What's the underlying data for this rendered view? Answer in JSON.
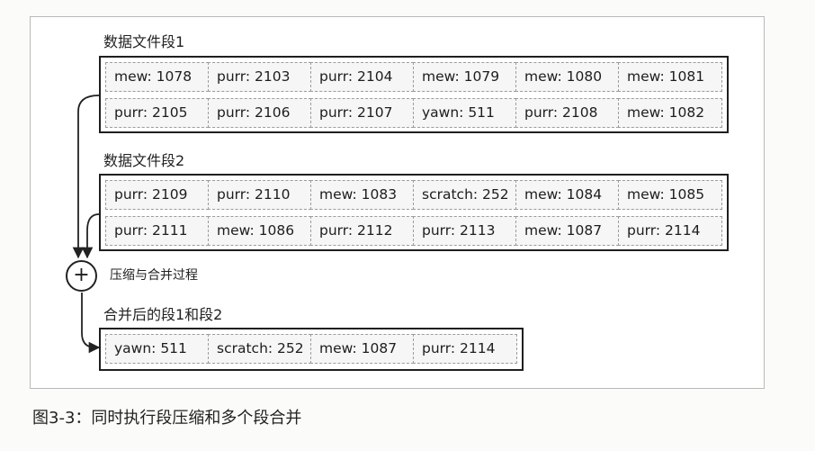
{
  "segments": [
    {
      "label": "数据文件段1",
      "rows": [
        [
          "mew: 1078",
          "purr: 2103",
          "purr: 2104",
          "mew: 1079",
          "mew: 1080",
          "mew: 1081"
        ],
        [
          "purr: 2105",
          "purr: 2106",
          "purr: 2107",
          "yawn: 511",
          "purr: 2108",
          "mew: 1082"
        ]
      ]
    },
    {
      "label": "数据文件段2",
      "rows": [
        [
          "purr: 2109",
          "purr: 2110",
          "mew: 1083",
          "scratch: 252",
          "mew: 1084",
          "mew: 1085"
        ],
        [
          "purr: 2111",
          "mew: 1086",
          "purr: 2112",
          "purr: 2113",
          "mew: 1087",
          "purr: 2114"
        ]
      ]
    }
  ],
  "merge": {
    "symbol": "+",
    "label": "压缩与合并过程"
  },
  "merged_segment": {
    "label": "合并后的段1和段2",
    "rows": [
      [
        "yawn: 511",
        "scratch: 252",
        "mew: 1087",
        "purr: 2114"
      ]
    ]
  },
  "caption": "图3-3：同时执行段压缩和多个段合并"
}
